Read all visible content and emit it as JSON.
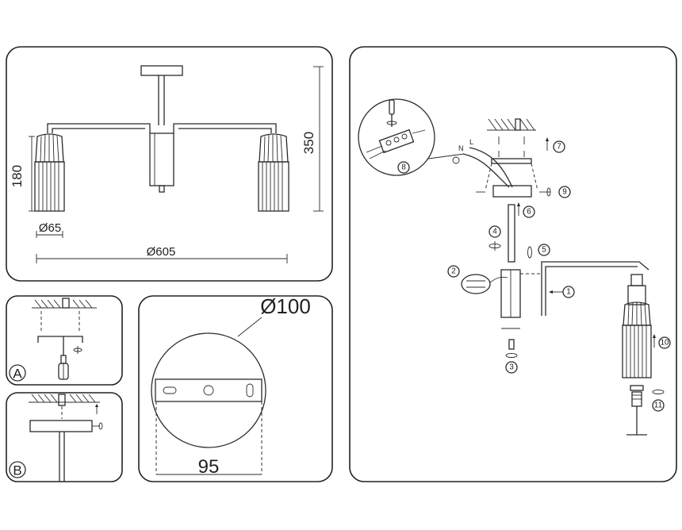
{
  "dimensions": {
    "height_total": "350",
    "height_shade": "180",
    "shade_diameter": "Ø65",
    "span_diameter": "Ø605",
    "canopy_diameter": "Ø100",
    "mount_spacing": "95"
  },
  "panel_labels": {
    "a": "A",
    "b": "B"
  },
  "steps": [
    "1",
    "2",
    "3",
    "4",
    "5",
    "6",
    "7",
    "8",
    "9",
    "10",
    "11"
  ],
  "wire_labels": {
    "neutral": "N",
    "live": "L"
  }
}
